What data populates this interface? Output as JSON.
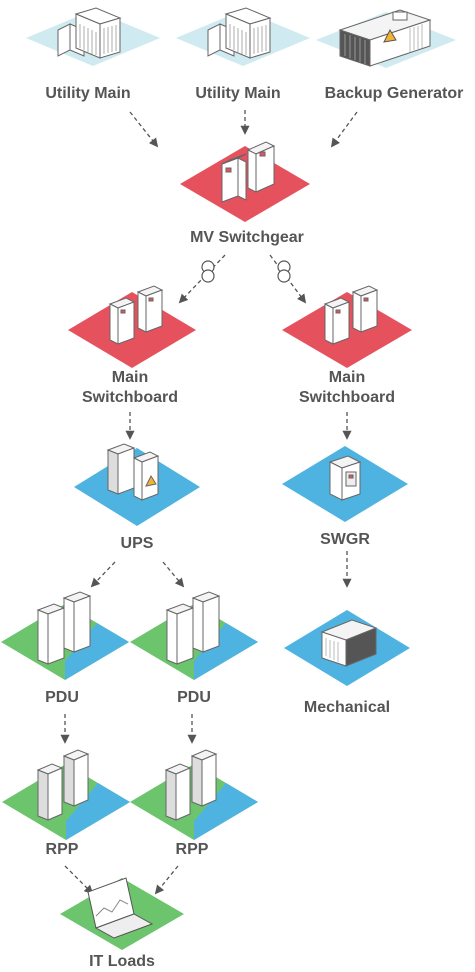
{
  "nodes": {
    "utility_main_1": {
      "label": "Utility Main",
      "icon": "building-icon",
      "platform_color": "#cfeaf0"
    },
    "utility_main_2": {
      "label": "Utility Main",
      "icon": "building-icon",
      "platform_color": "#cfeaf0"
    },
    "backup_generator": {
      "label": "Backup Generator",
      "icon": "generator-icon",
      "platform_color": "#cfeaf0"
    },
    "mv_switchgear": {
      "label": "MV Switchgear",
      "icon": "switchgear-icon",
      "platform_color": "#e5525e"
    },
    "main_switchboard_left": {
      "label_line1": "Main",
      "label_line2": "Switchboard",
      "icon": "switchboard-icon",
      "platform_color": "#e5525e"
    },
    "main_switchboard_right": {
      "label_line1": "Main",
      "label_line2": "Switchboard",
      "icon": "switchboard-icon",
      "platform_color": "#e5525e"
    },
    "ups": {
      "label": "UPS",
      "icon": "ups-icon",
      "platform_color": "#4fb3e2"
    },
    "swgr": {
      "label": "SWGR",
      "icon": "electrical-panel-icon",
      "platform_color": "#4fb3e2"
    },
    "pdu_left": {
      "label": "PDU",
      "icon": "pdu-icon",
      "platform_colors": [
        "#6cc46c",
        "#4fb3e2"
      ]
    },
    "pdu_right": {
      "label": "PDU",
      "icon": "pdu-icon",
      "platform_colors": [
        "#6cc46c",
        "#4fb3e2"
      ]
    },
    "mechanical": {
      "label": "Mechanical",
      "icon": "chiller-icon",
      "platform_color": "#4fb3e2"
    },
    "rpp_left": {
      "label": "RPP",
      "icon": "server-rack-icon",
      "platform_colors": [
        "#6cc46c",
        "#4fb3e2"
      ]
    },
    "rpp_right": {
      "label": "RPP",
      "icon": "server-rack-icon",
      "platform_colors": [
        "#6cc46c",
        "#4fb3e2"
      ]
    },
    "it_loads": {
      "label": "IT Loads",
      "icon": "laptop-icon",
      "platform_color": "#6cc46c"
    }
  },
  "connectors": {
    "style": "dashed-arrow",
    "color": "#555555",
    "transformer_icon": "transformer-icon"
  }
}
